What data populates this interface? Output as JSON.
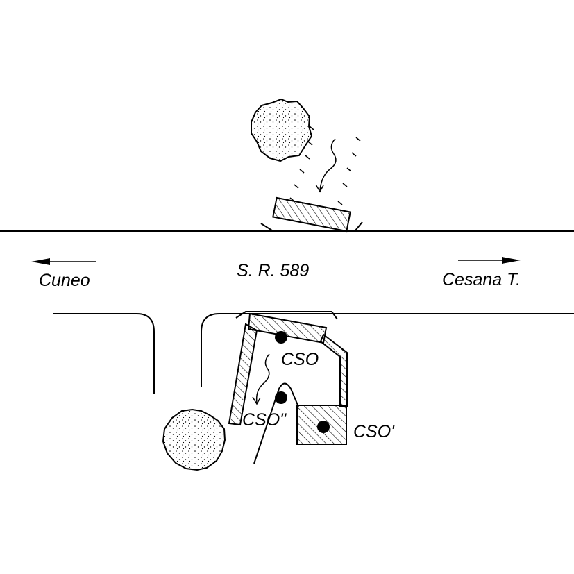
{
  "road": {
    "name": "S. R. 589"
  },
  "directions": {
    "left": "Cuneo",
    "right": "Cesana T."
  },
  "points": {
    "cso": "CSO",
    "cso_prime": "CSO'",
    "cso_double_prime": "CSO\""
  },
  "icons": [
    "boulder",
    "barrier-block",
    "arrow-left",
    "arrow-right",
    "trajectory-arrow",
    "mass-center"
  ],
  "colors": {
    "ink": "#000000",
    "background": "#ffffff"
  }
}
